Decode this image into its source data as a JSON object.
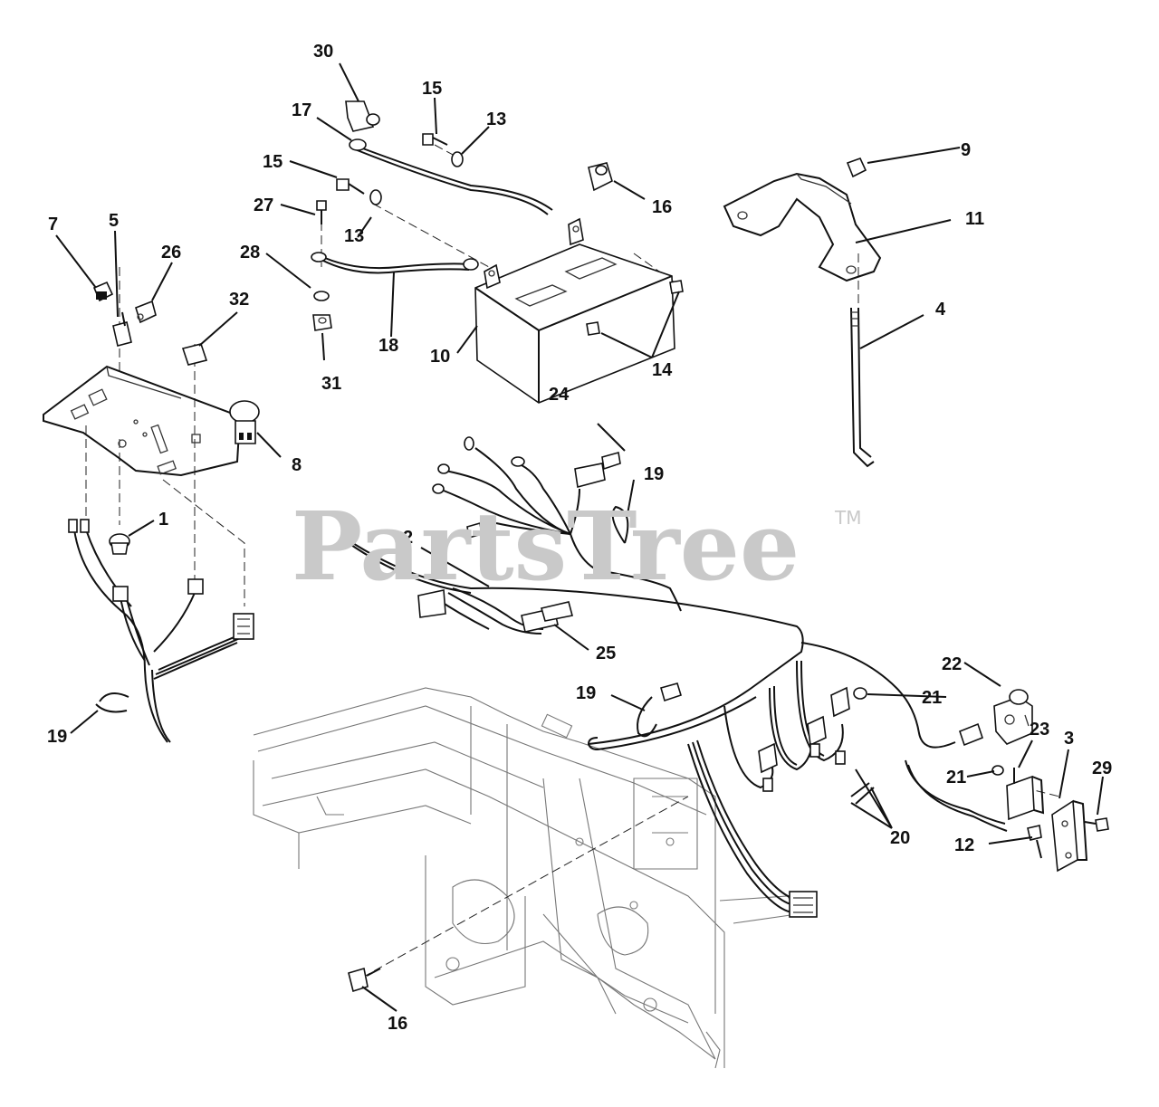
{
  "watermark": {
    "text": "PartsTree",
    "trademark": "TM"
  },
  "callouts": [
    {
      "id": "c1",
      "label": "1"
    },
    {
      "id": "c2",
      "label": "2"
    },
    {
      "id": "c3",
      "label": "3"
    },
    {
      "id": "c4",
      "label": "4"
    },
    {
      "id": "c5",
      "label": "5"
    },
    {
      "id": "c7",
      "label": "7"
    },
    {
      "id": "c8",
      "label": "8"
    },
    {
      "id": "c9",
      "label": "9"
    },
    {
      "id": "c10",
      "label": "10"
    },
    {
      "id": "c11",
      "label": "11"
    },
    {
      "id": "c12",
      "label": "12"
    },
    {
      "id": "c13a",
      "label": "13"
    },
    {
      "id": "c13b",
      "label": "13"
    },
    {
      "id": "c14",
      "label": "14"
    },
    {
      "id": "c15a",
      "label": "15"
    },
    {
      "id": "c15b",
      "label": "15"
    },
    {
      "id": "c16a",
      "label": "16"
    },
    {
      "id": "c16b",
      "label": "16"
    },
    {
      "id": "c17",
      "label": "17"
    },
    {
      "id": "c18",
      "label": "18"
    },
    {
      "id": "c19a",
      "label": "19"
    },
    {
      "id": "c19b",
      "label": "19"
    },
    {
      "id": "c19c",
      "label": "19"
    },
    {
      "id": "c20",
      "label": "20"
    },
    {
      "id": "c21a",
      "label": "21"
    },
    {
      "id": "c21b",
      "label": "21"
    },
    {
      "id": "c22",
      "label": "22"
    },
    {
      "id": "c23",
      "label": "23"
    },
    {
      "id": "c24",
      "label": "24"
    },
    {
      "id": "c25",
      "label": "25"
    },
    {
      "id": "c26",
      "label": "26"
    },
    {
      "id": "c27",
      "label": "27"
    },
    {
      "id": "c28",
      "label": "28"
    },
    {
      "id": "c29",
      "label": "29"
    },
    {
      "id": "c30",
      "label": "30"
    },
    {
      "id": "c31",
      "label": "31"
    },
    {
      "id": "c32",
      "label": "32"
    }
  ]
}
